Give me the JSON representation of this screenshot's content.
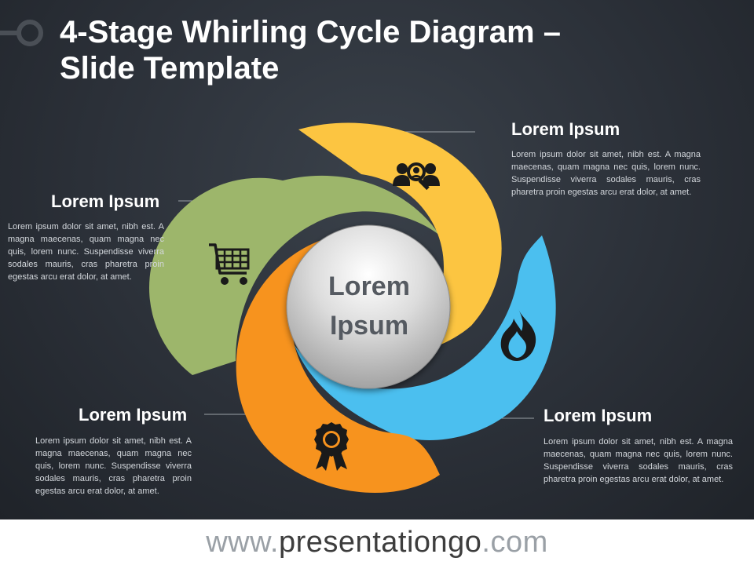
{
  "title": {
    "line1": "4-Stage Whirling Cycle Diagram –",
    "line2": "Slide Template"
  },
  "center": {
    "line1": "Lorem",
    "line2": "Ipsum"
  },
  "stages": [
    {
      "id": "yellow",
      "heading": "Lorem Ipsum",
      "text": "Lorem ipsum dolor sit amet, nibh est. A magna maecenas, quam magna nec quis, lorem nunc. Suspendisse viverra sodales mauris, cras pharetra proin egestas arcu erat dolor, at amet.",
      "icon": "customer-search-icon",
      "color": "#FCC541"
    },
    {
      "id": "green",
      "heading": "Lorem Ipsum",
      "text": "Lorem ipsum dolor sit amet, nibh est. A magna maecenas, quam magna nec quis, lorem nunc. Suspendisse viverra sodales mauris, cras pharetra proin egestas arcu erat dolor, at amet.",
      "icon": "shopping-cart-icon",
      "color": "#9DB66B"
    },
    {
      "id": "orange",
      "heading": "Lorem Ipsum",
      "text": "Lorem ipsum dolor sit amet, nibh est. A magna maecenas, quam magna nec quis, lorem nunc. Suspendisse viverra sodales mauris, cras pharetra proin egestas arcu erat dolor, at amet.",
      "icon": "award-ribbon-icon",
      "color": "#F7931E"
    },
    {
      "id": "blue",
      "heading": "Lorem Ipsum",
      "text": "Lorem ipsum dolor sit amet, nibh est. A magna maecenas, quam magna nec quis, lorem nunc. Suspendisse viverra sodales mauris, cras pharetra proin egestas arcu erat dolor, at amet.",
      "icon": "flame-icon",
      "color": "#4BBFEF"
    }
  ],
  "footer": {
    "prefix": "www.",
    "brand": "presentationgo",
    "suffix": ".com"
  },
  "colors": {
    "background": "#2b3038",
    "text_body": "#d3d7dc",
    "center_text": "#555a61"
  }
}
